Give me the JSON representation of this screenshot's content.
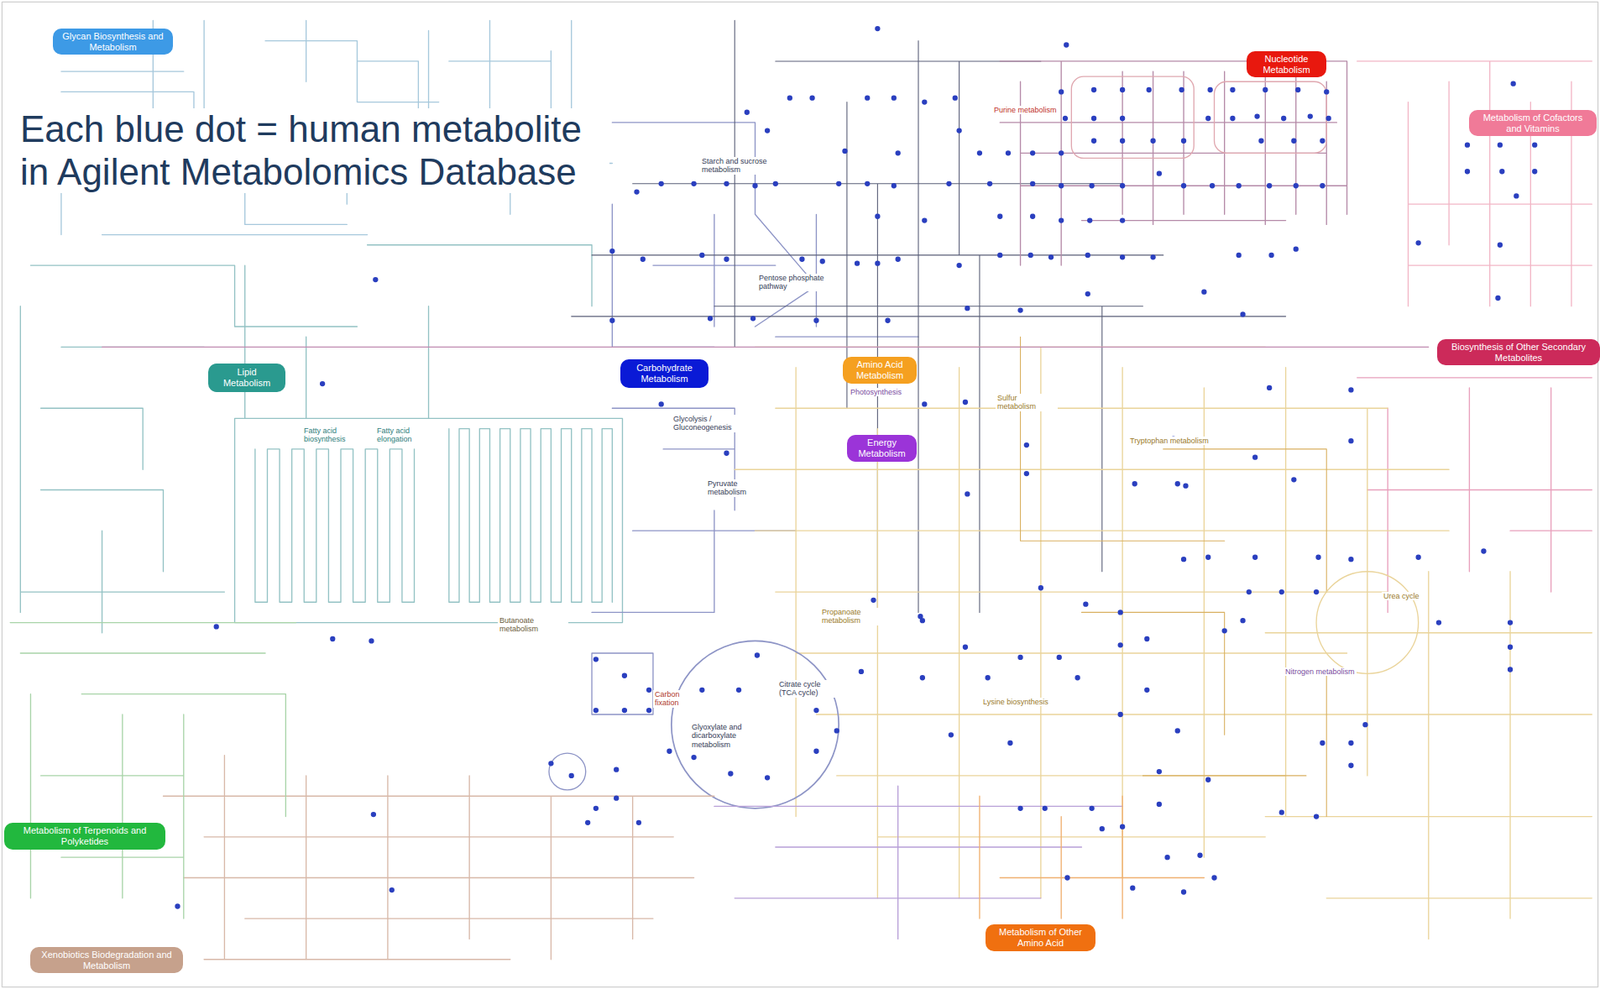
{
  "diagram": {
    "nodes": [
      {
        "text": [
          "Glycan Biosynthesis and Metabolism"
        ]
      },
      {
        "text": [
          "Nucleotide Metabolism"
        ]
      },
      {
        "text": [
          "Metabolism of Cofactors and Vitamins"
        ]
      },
      {
        "text": [
          "Biosynthesis of Other Secondary Metabolites"
        ]
      },
      {
        "text": [
          "Lipid Metabolism"
        ]
      },
      {
        "text": [
          "Carbohydrate Metabolism"
        ]
      },
      {
        "text": [
          "Amino Acid Metabolism"
        ]
      },
      {
        "text": [
          "Energy Metabolism"
        ]
      },
      {
        "text": [
          "Metabolism of Terpenoids and Polyketides"
        ]
      },
      {
        "text": [
          "Metabolism of Other Amino Acid"
        ]
      },
      {
        "text": [
          "Xenobiotics Biodegradation and Metabolism"
        ]
      }
    ],
    "labels": [
      "Each blue dot = human metabolite in Agilent Metabolomics Database",
      "Purine metabolism",
      "Starch and sucrose metabolism",
      "Pentose phosphate pathway",
      "Fatty acid biosynthesis",
      "Fatty acid elongation",
      "Photosynthesis",
      "Sulfur metabolism",
      "Glycolysis / Gluconeogenesis",
      "Tryptophan metabolism",
      "Pyruvate metabolism",
      "Urea cycle",
      "Propanoate metabolism",
      "Butanoate metabolism",
      "Nitrogen metabolism",
      "Citrate cycle (TCA cycle)",
      "Carbon fixation",
      "Lysine biosynthesis",
      "Glyoxylate and dicarboxylate metabolism"
    ]
  }
}
